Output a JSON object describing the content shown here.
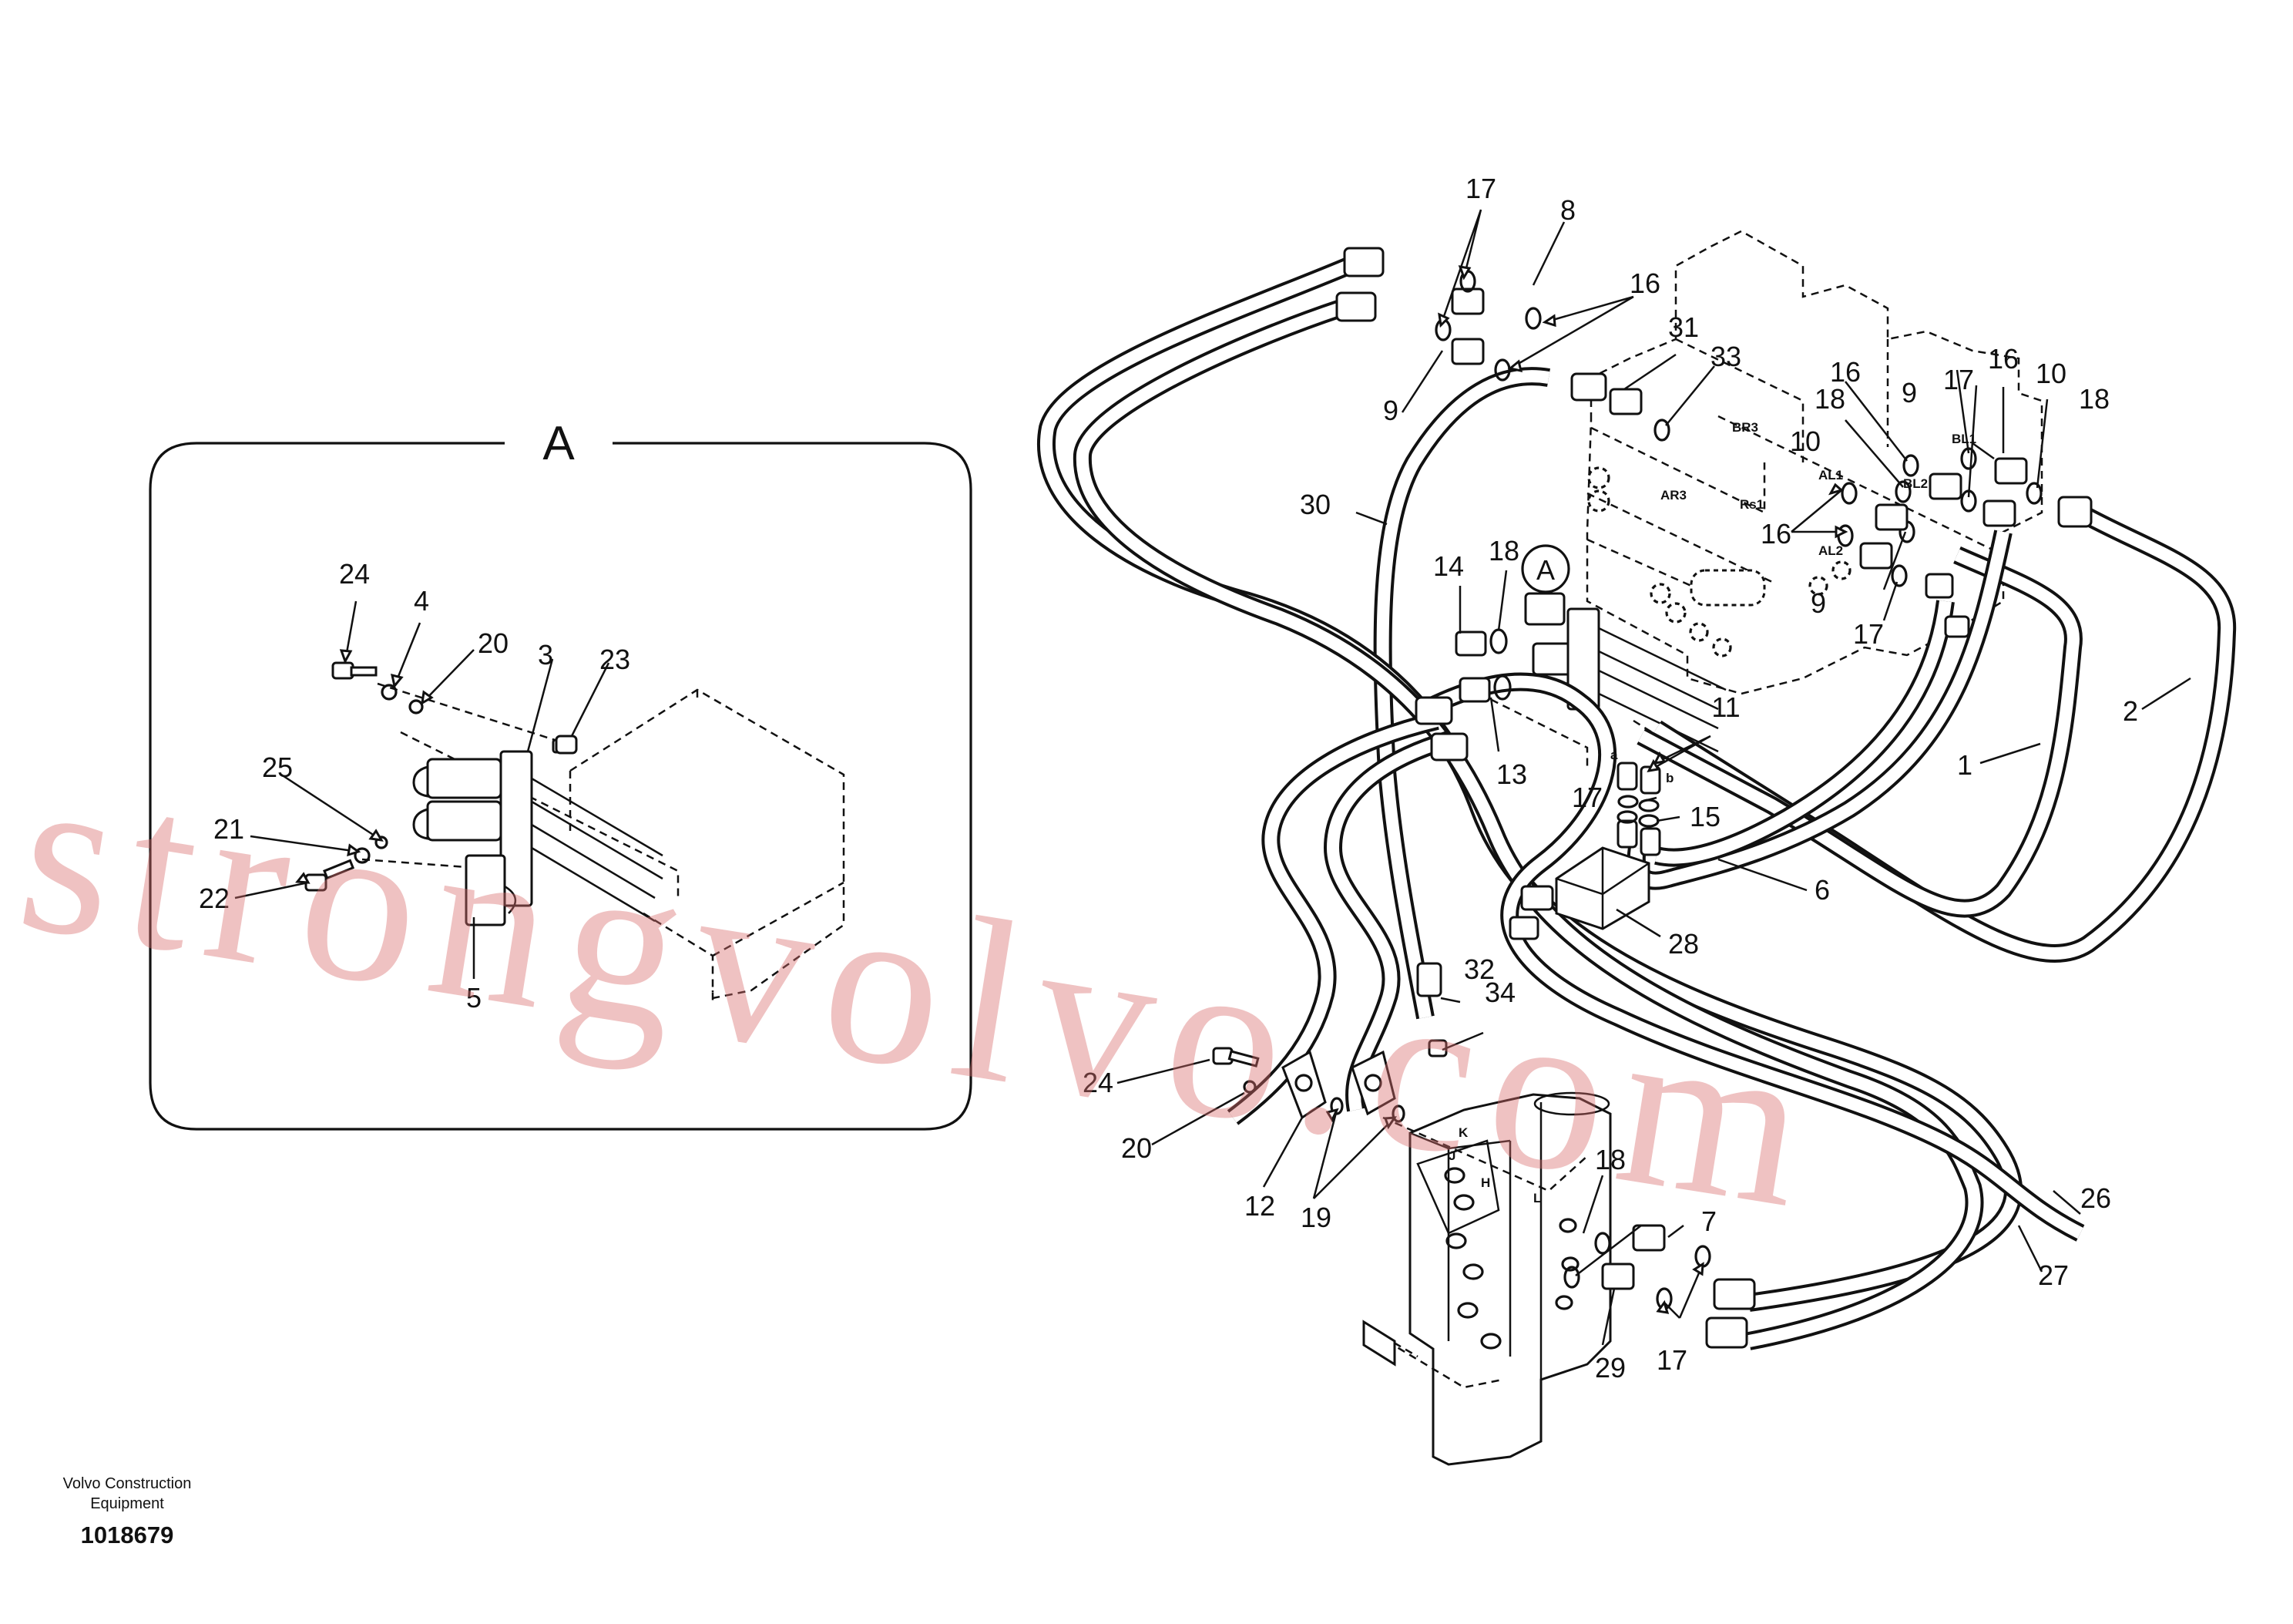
{
  "detail": {
    "letter": "A",
    "marker": "A"
  },
  "callouts": {
    "c17a": "17",
    "c8": "8",
    "c16a": "16",
    "c9a": "9",
    "c31": "31",
    "c33": "33",
    "c16b": "16",
    "c9b": "9",
    "c17b": "17",
    "c16c": "16",
    "c10a": "10",
    "c18a": "18",
    "c18b": "18",
    "c10b": "10",
    "c16d": "16",
    "c9c": "9",
    "c17c": "17",
    "c30": "30",
    "c14": "14",
    "c18c": "18",
    "c11": "11",
    "c13": "13",
    "c17d": "17",
    "c15": "15",
    "c1": "1",
    "c2": "2",
    "c6": "6",
    "c28": "28",
    "c32": "32",
    "c34": "34",
    "c24b": "24",
    "c20b": "20",
    "c12": "12",
    "c19": "19",
    "c18d": "18",
    "c7": "7",
    "c26": "26",
    "c27": "27",
    "c29": "29",
    "c17e": "17",
    "d24": "24",
    "d4": "4",
    "d20": "20",
    "d3": "3",
    "d23": "23",
    "d25": "25",
    "d21": "21",
    "d22": "22",
    "d5": "5"
  },
  "port_labels": {
    "br3": "BR3",
    "ar3": "AR3",
    "rs1": "Rs1",
    "bl1": "BL1",
    "bl2": "BL2",
    "al1": "AL1",
    "al2": "AL2",
    "a": "a",
    "b": "b",
    "k": "K",
    "h": "H",
    "j": "J",
    "l": "L"
  },
  "watermark": "strongvolvo.com",
  "footer": {
    "brand_line1": "Volvo Construction",
    "brand_line2": "Equipment",
    "doc_number": "1018679"
  }
}
